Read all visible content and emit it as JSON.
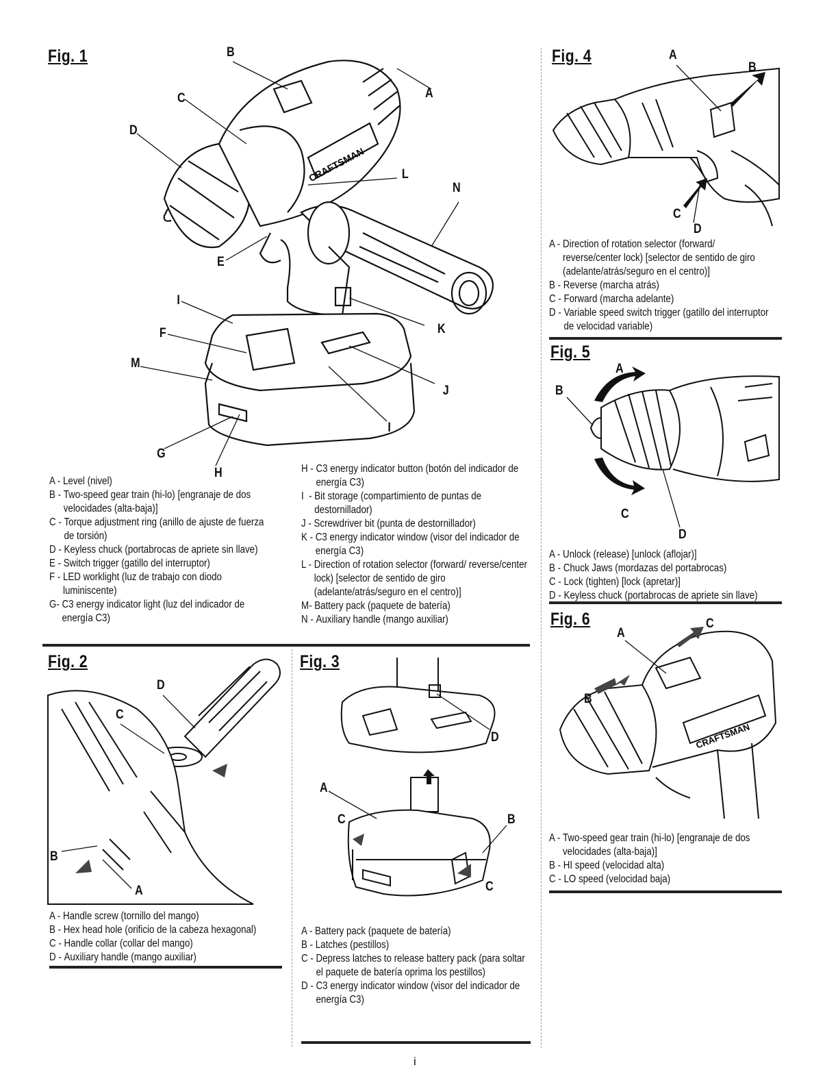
{
  "fig1": {
    "title": "Fig. 1",
    "callouts": [
      "A",
      "B",
      "C",
      "D",
      "E",
      "F",
      "G",
      "H",
      "I",
      "I",
      "J",
      "K",
      "L",
      "M",
      "N"
    ],
    "brand": "CRAFTSMAN",
    "col1": [
      {
        "key": "A -",
        "text": "Level (nivel)"
      },
      {
        "key": "B -",
        "text": "Two-speed gear train (hi-lo) [engranaje de dos velocidades (alta-baja)]"
      },
      {
        "key": "C -",
        "text": "Torque adjustment ring (anillo de ajuste de fuerza de torsión)"
      },
      {
        "key": "D -",
        "text": "Keyless chuck (portabrocas de apriete sin llave)"
      },
      {
        "key": "E -",
        "text": "Switch trigger (gatillo del interruptor)"
      },
      {
        "key": "F -",
        "text": "LED worklight (luz de trabajo con diodo luminiscente)"
      },
      {
        "key": "G-",
        "text": "C3 energy indicator light (luz del indicador de energía C3)"
      }
    ],
    "col2": [
      {
        "key": "H -",
        "text": "C3 energy indicator button (botón del indicador de energía C3)"
      },
      {
        "key": "I  -",
        "text": "Bit storage (compartimiento de puntas de destornillador)"
      },
      {
        "key": "J -",
        "text": "Screwdriver bit (punta de destornillador)"
      },
      {
        "key": "K -",
        "text": "C3 energy indicator window (visor del indicador de energía C3)"
      },
      {
        "key": "L -",
        "text": "Direction of rotation selector (forward/ reverse/center lock) [selector de sentido de giro (adelante/atrás/seguro en el centro)]"
      },
      {
        "key": "M-",
        "text": "Battery pack (paquete de batería)"
      },
      {
        "key": "N -",
        "text": "Auxiliary handle (mango auxiliar)"
      }
    ]
  },
  "fig2": {
    "title": "Fig. 2",
    "callouts": [
      "D",
      "C",
      "B",
      "A"
    ],
    "legend": [
      {
        "key": "A -",
        "text": "Handle screw (tornillo del mango)"
      },
      {
        "key": "B -",
        "text": "Hex head hole (orificio de la cabeza hexagonal)"
      },
      {
        "key": "C -",
        "text": "Handle collar (collar del mango)"
      },
      {
        "key": "D -",
        "text": "Auxiliary handle (mango auxiliar)"
      }
    ]
  },
  "fig3": {
    "title": "Fig. 3",
    "callouts": [
      "D",
      "A",
      "C",
      "B",
      "C"
    ],
    "legend": [
      {
        "key": "A -",
        "text": "Battery pack (paquete de batería)"
      },
      {
        "key": "B -",
        "text": "Latches (pestillos)"
      },
      {
        "key": "C -",
        "text": "Depress latches to release battery pack (para soltar el paquete de batería oprima los pestillos)"
      },
      {
        "key": "D -",
        "text": "C3 energy indicator window (visor del indicador de energía C3)"
      }
    ]
  },
  "fig4": {
    "title": "Fig. 4",
    "callouts": [
      "A",
      "B",
      "C",
      "D"
    ],
    "legend": [
      {
        "key": "A -",
        "text": "Direction of rotation selector (forward/ reverse/center lock) [selector de sentido de giro (adelante/atrás/seguro en el centro)]"
      },
      {
        "key": "B -",
        "text": "Reverse (marcha atrás)"
      },
      {
        "key": "C -",
        "text": "Forward (marcha adelante)"
      },
      {
        "key": "D -",
        "text": "Variable speed switch trigger (gatillo del interruptor de velocidad variable)"
      }
    ]
  },
  "fig5": {
    "title": "Fig. 5",
    "callouts": [
      "A",
      "B",
      "C",
      "D"
    ],
    "legend": [
      {
        "key": "A -",
        "text": "Unlock (release) [unlock (aflojar)]"
      },
      {
        "key": "B -",
        "text": "Chuck Jaws (mordazas del portabrocas)"
      },
      {
        "key": "C -",
        "text": "Lock (tighten) [lock (apretar)]"
      },
      {
        "key": "D -",
        "text": "Keyless chuck (portabrocas de apriete sin llave)"
      }
    ]
  },
  "fig6": {
    "title": "Fig. 6",
    "callouts": [
      "A",
      "C",
      "B"
    ],
    "brand": "CRAFTSMAN",
    "legend": [
      {
        "key": "A -",
        "text": "Two-speed gear train (hi-lo) [engranaje de dos velocidades (alta-baja)]"
      },
      {
        "key": "B -",
        "text": "HI speed (velocidad alta)"
      },
      {
        "key": "C -",
        "text": "LO speed (velocidad baja)"
      }
    ]
  },
  "page_number": "i"
}
